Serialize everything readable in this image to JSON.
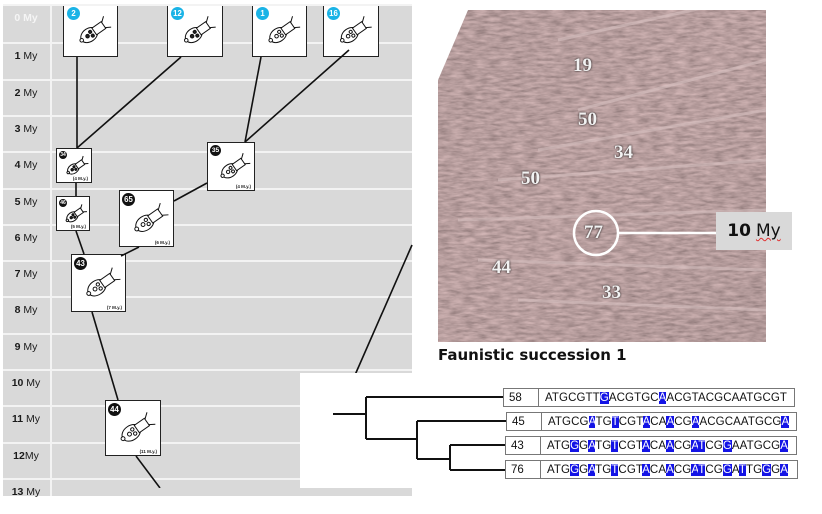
{
  "timeline": {
    "rows": [
      {
        "label_num": "0",
        "label_unit": " My"
      },
      {
        "label_num": "1",
        "label_unit": " My"
      },
      {
        "label_num": "2",
        "label_unit": " My"
      },
      {
        "label_num": "3",
        "label_unit": " My"
      },
      {
        "label_num": "4",
        "label_unit": " My"
      },
      {
        "label_num": "5",
        "label_unit": " My"
      },
      {
        "label_num": "6",
        "label_unit": " My"
      },
      {
        "label_num": "7",
        "label_unit": " My"
      },
      {
        "label_num": "8",
        "label_unit": " My"
      },
      {
        "label_num": "9",
        "label_unit": " My"
      },
      {
        "label_num": "10",
        "label_unit": " My"
      },
      {
        "label_num": "11",
        "label_unit": " My"
      },
      {
        "label_num": "12",
        "label_unit": "My"
      },
      {
        "label_num": "13",
        "label_unit": " My"
      }
    ],
    "living_species": [
      {
        "id": "2",
        "badge_color": "#1ab3e6",
        "style": "dark-shell"
      },
      {
        "id": "12",
        "badge_color": "#1ab3e6",
        "style": "dark-shell"
      },
      {
        "id": "1",
        "badge_color": "#1ab3e6",
        "style": "light-shell"
      },
      {
        "id": "16",
        "badge_color": "#1ab3e6",
        "style": "light-shell"
      }
    ],
    "fossils": [
      {
        "id": "34",
        "age": "(4 M.y.)",
        "age_my": 4
      },
      {
        "id": "46",
        "age": "(5 M.y.)",
        "age_my": 5
      },
      {
        "id": "35",
        "age": "(4 M.y.)",
        "age_my": 4
      },
      {
        "id": "65",
        "age": "(6 M.y.)",
        "age_my": 6
      },
      {
        "id": "43",
        "age": "(7 M.y.)",
        "age_my": 7
      },
      {
        "id": "44",
        "age": "(11 M.y.)",
        "age_my": 11
      }
    ],
    "links": [
      [
        "2",
        "34"
      ],
      [
        "12",
        "34"
      ],
      [
        "1",
        "35"
      ],
      [
        "16",
        "35"
      ],
      [
        "34",
        "46"
      ],
      [
        "46",
        "43"
      ],
      [
        "35",
        "65"
      ],
      [
        "65",
        "43"
      ],
      [
        "43",
        "44"
      ]
    ]
  },
  "photo": {
    "layer_numbers": [
      "19",
      "50",
      "34",
      "50",
      "77",
      "44",
      "33"
    ],
    "highlighted_layer": "77",
    "age_callout": {
      "num": "10",
      "unit": "My"
    },
    "caption": "Faunistic succession 1"
  },
  "dna": {
    "sequences": [
      {
        "id": "58",
        "sequence": "ATGCGTTGACGTGCAACGTACGCAATGCGT",
        "highlights": [
          7,
          14
        ]
      },
      {
        "id": "45",
        "sequence": "ATGCGATGTCGTACAACGAACGCAATGCGA",
        "highlights": [
          5,
          8,
          12,
          15,
          18,
          29
        ]
      },
      {
        "id": "43",
        "sequence": "ATGGGATGTCGTACAACGATCGGAATGCGA",
        "highlights": [
          3,
          5,
          8,
          12,
          15,
          18,
          19,
          22,
          29
        ]
      },
      {
        "id": "76",
        "sequence": "ATGGGATGTCGTACAACGATCGGATTGGGA",
        "highlights": [
          3,
          5,
          8,
          12,
          15,
          18,
          19,
          22,
          24,
          27,
          29
        ]
      }
    ],
    "tree": "(58,(45,(43,76)))",
    "highlight_color": "#1414e6"
  }
}
